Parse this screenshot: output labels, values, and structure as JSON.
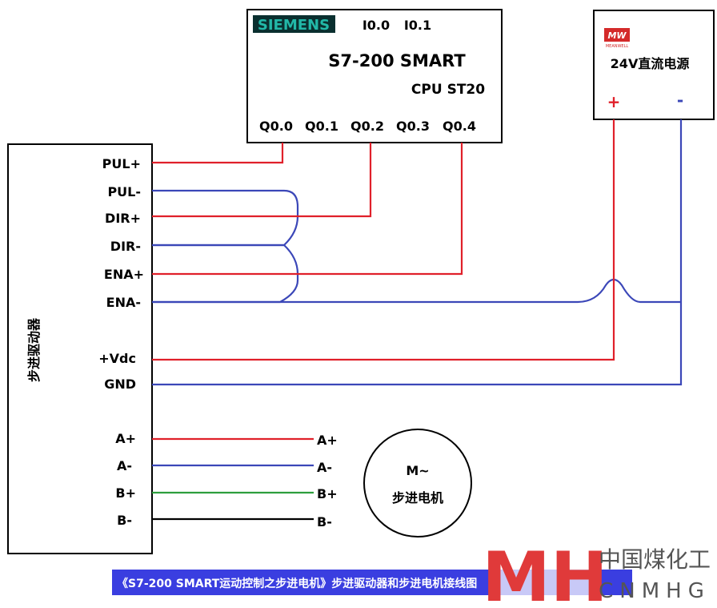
{
  "plc": {
    "brand": "SIEMENS",
    "inputs": [
      "I0.0",
      "I0.1"
    ],
    "model": "S7-200 SMART",
    "cpu": "CPU ST20",
    "outputs": [
      "Q0.0",
      "Q0.1",
      "Q0.2",
      "Q0.3",
      "Q0.4"
    ]
  },
  "power_supply": {
    "logo": "MW",
    "logo_sub": "MEANWELL",
    "title": "24V直流电源",
    "plus": "+",
    "minus": "-"
  },
  "driver": {
    "title": "步进驱动器",
    "terminals": [
      "PUL+",
      "PUL-",
      "DIR+",
      "DIR-",
      "ENA+",
      "ENA-",
      "+Vdc",
      "GND"
    ],
    "motor_terminals": [
      "A+",
      "A-",
      "B+",
      "B-"
    ]
  },
  "motor": {
    "terminals": [
      "A+",
      "A-",
      "B+",
      "B-"
    ],
    "symbol": "M~",
    "name": "步进电机"
  },
  "caption": "《S7-200 SMART运动控制之步进电机》步进驱动器和步进电机接线图",
  "watermark": {
    "letters": "MH",
    "cn": "中国煤化工",
    "en": "CNMHG"
  },
  "colors": {
    "positive_wire": "#e0202a",
    "negative_wire": "#3b47b8",
    "b_plus_wire": "#2e9e3e",
    "b_minus_wire": "#000000",
    "brand": "#1a9a8a",
    "caption_bg": "#3a3ee0",
    "watermark_red": "#e03a3a"
  }
}
